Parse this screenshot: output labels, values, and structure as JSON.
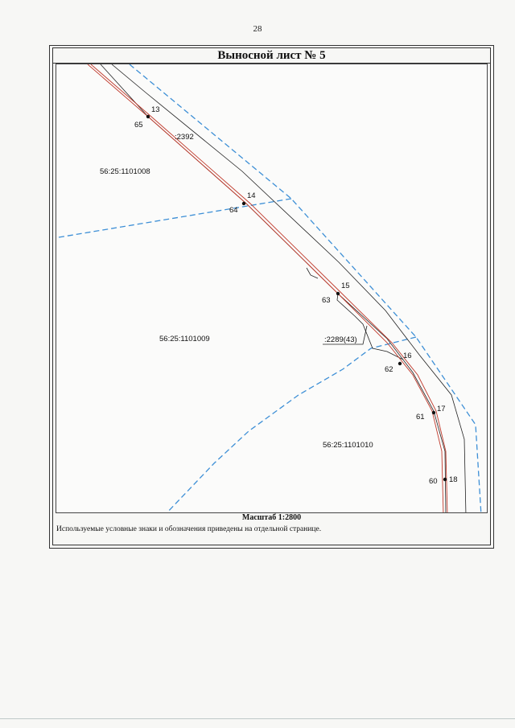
{
  "page_number": "28",
  "sheet_title": "Выносной лист № 5",
  "scale_label": "Масштаб 1:2800",
  "footnote": "Используемые условные знаки и обозначения приведены на отдельной странице.",
  "map": {
    "blocks": [
      {
        "id": "block-1008",
        "label": "56:25:1101008"
      },
      {
        "id": "block-1009",
        "label": "56:25:1101009"
      },
      {
        "id": "block-1010",
        "label": "56:25:1101010"
      }
    ],
    "parcels": [
      {
        "id": "parcel-2392",
        "label": ":2392"
      },
      {
        "id": "parcel-2289",
        "label": ":2289(43)"
      }
    ],
    "points": [
      {
        "right": "13",
        "left": "65"
      },
      {
        "right": "14",
        "left": "64"
      },
      {
        "right": "15",
        "left": "63"
      },
      {
        "right": "16",
        "left": "62"
      },
      {
        "right": "17",
        "left": "61"
      },
      {
        "right": "18",
        "left": "60"
      }
    ],
    "colors": {
      "block_boundary": "#3d8fd6",
      "route_line": "#c0392b",
      "parcel_line": "#222222"
    }
  }
}
